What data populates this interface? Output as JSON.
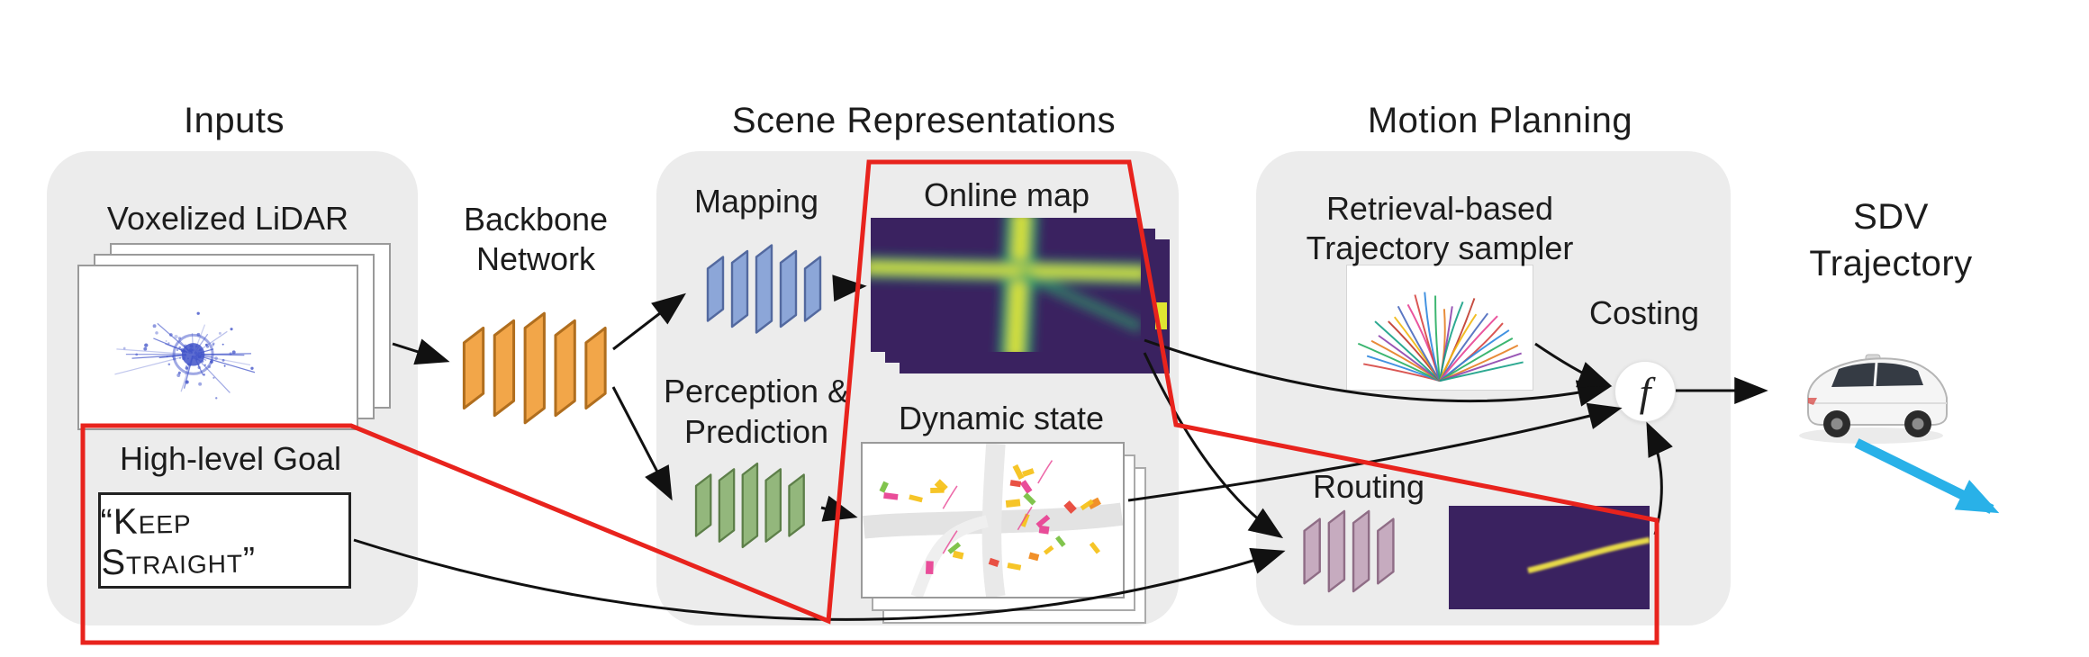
{
  "headings": {
    "inputs": "Inputs",
    "scene": "Scene Representations",
    "motion": "Motion Planning",
    "sdv_line1": "SDV",
    "sdv_line2": "Trajectory"
  },
  "inputs": {
    "lidar_label": "Voxelized LiDAR",
    "goal_label": "High-level Goal",
    "goal_text": "“Keep Straight”"
  },
  "backbone": {
    "line1": "Backbone",
    "line2": "Network"
  },
  "scene": {
    "mapping_label": "Mapping",
    "online_map_label": "Online map",
    "perception_line1": "Perception &",
    "perception_line2": "Prediction",
    "dynamic_label": "Dynamic state"
  },
  "motion": {
    "sampler_line1": "Retrieval-based",
    "sampler_line2": "Trajectory sampler",
    "costing_label": "Costing",
    "f_symbol": "f",
    "routing_label": "Routing"
  },
  "colors": {
    "highlight_red": "#e8231d",
    "panel_gray": "#ececec",
    "backbone_fill": "#f2a649",
    "backbone_edge": "#b06e1e",
    "mapping_fill": "#8ca6d8",
    "mapping_edge": "#53699f",
    "perception_fill": "#93b77c",
    "perception_edge": "#5d7f49",
    "routing_fill": "#c6abbf",
    "routing_edge": "#8f6d86",
    "map_bg": "#3a2260",
    "road_yellow": "#dfe531",
    "road_green": "#2fa06a",
    "route_line": "#e6d84a",
    "lidar_blue": "#4153c9",
    "sdv_arrow_blue": "#29b1e8",
    "trajectory_palette": [
      "#d64541",
      "#2e86de",
      "#27ae60",
      "#e67e22",
      "#8e44ad",
      "#16a085",
      "#c0392b",
      "#f1b70f",
      "#4a69bd",
      "#e84393"
    ]
  }
}
